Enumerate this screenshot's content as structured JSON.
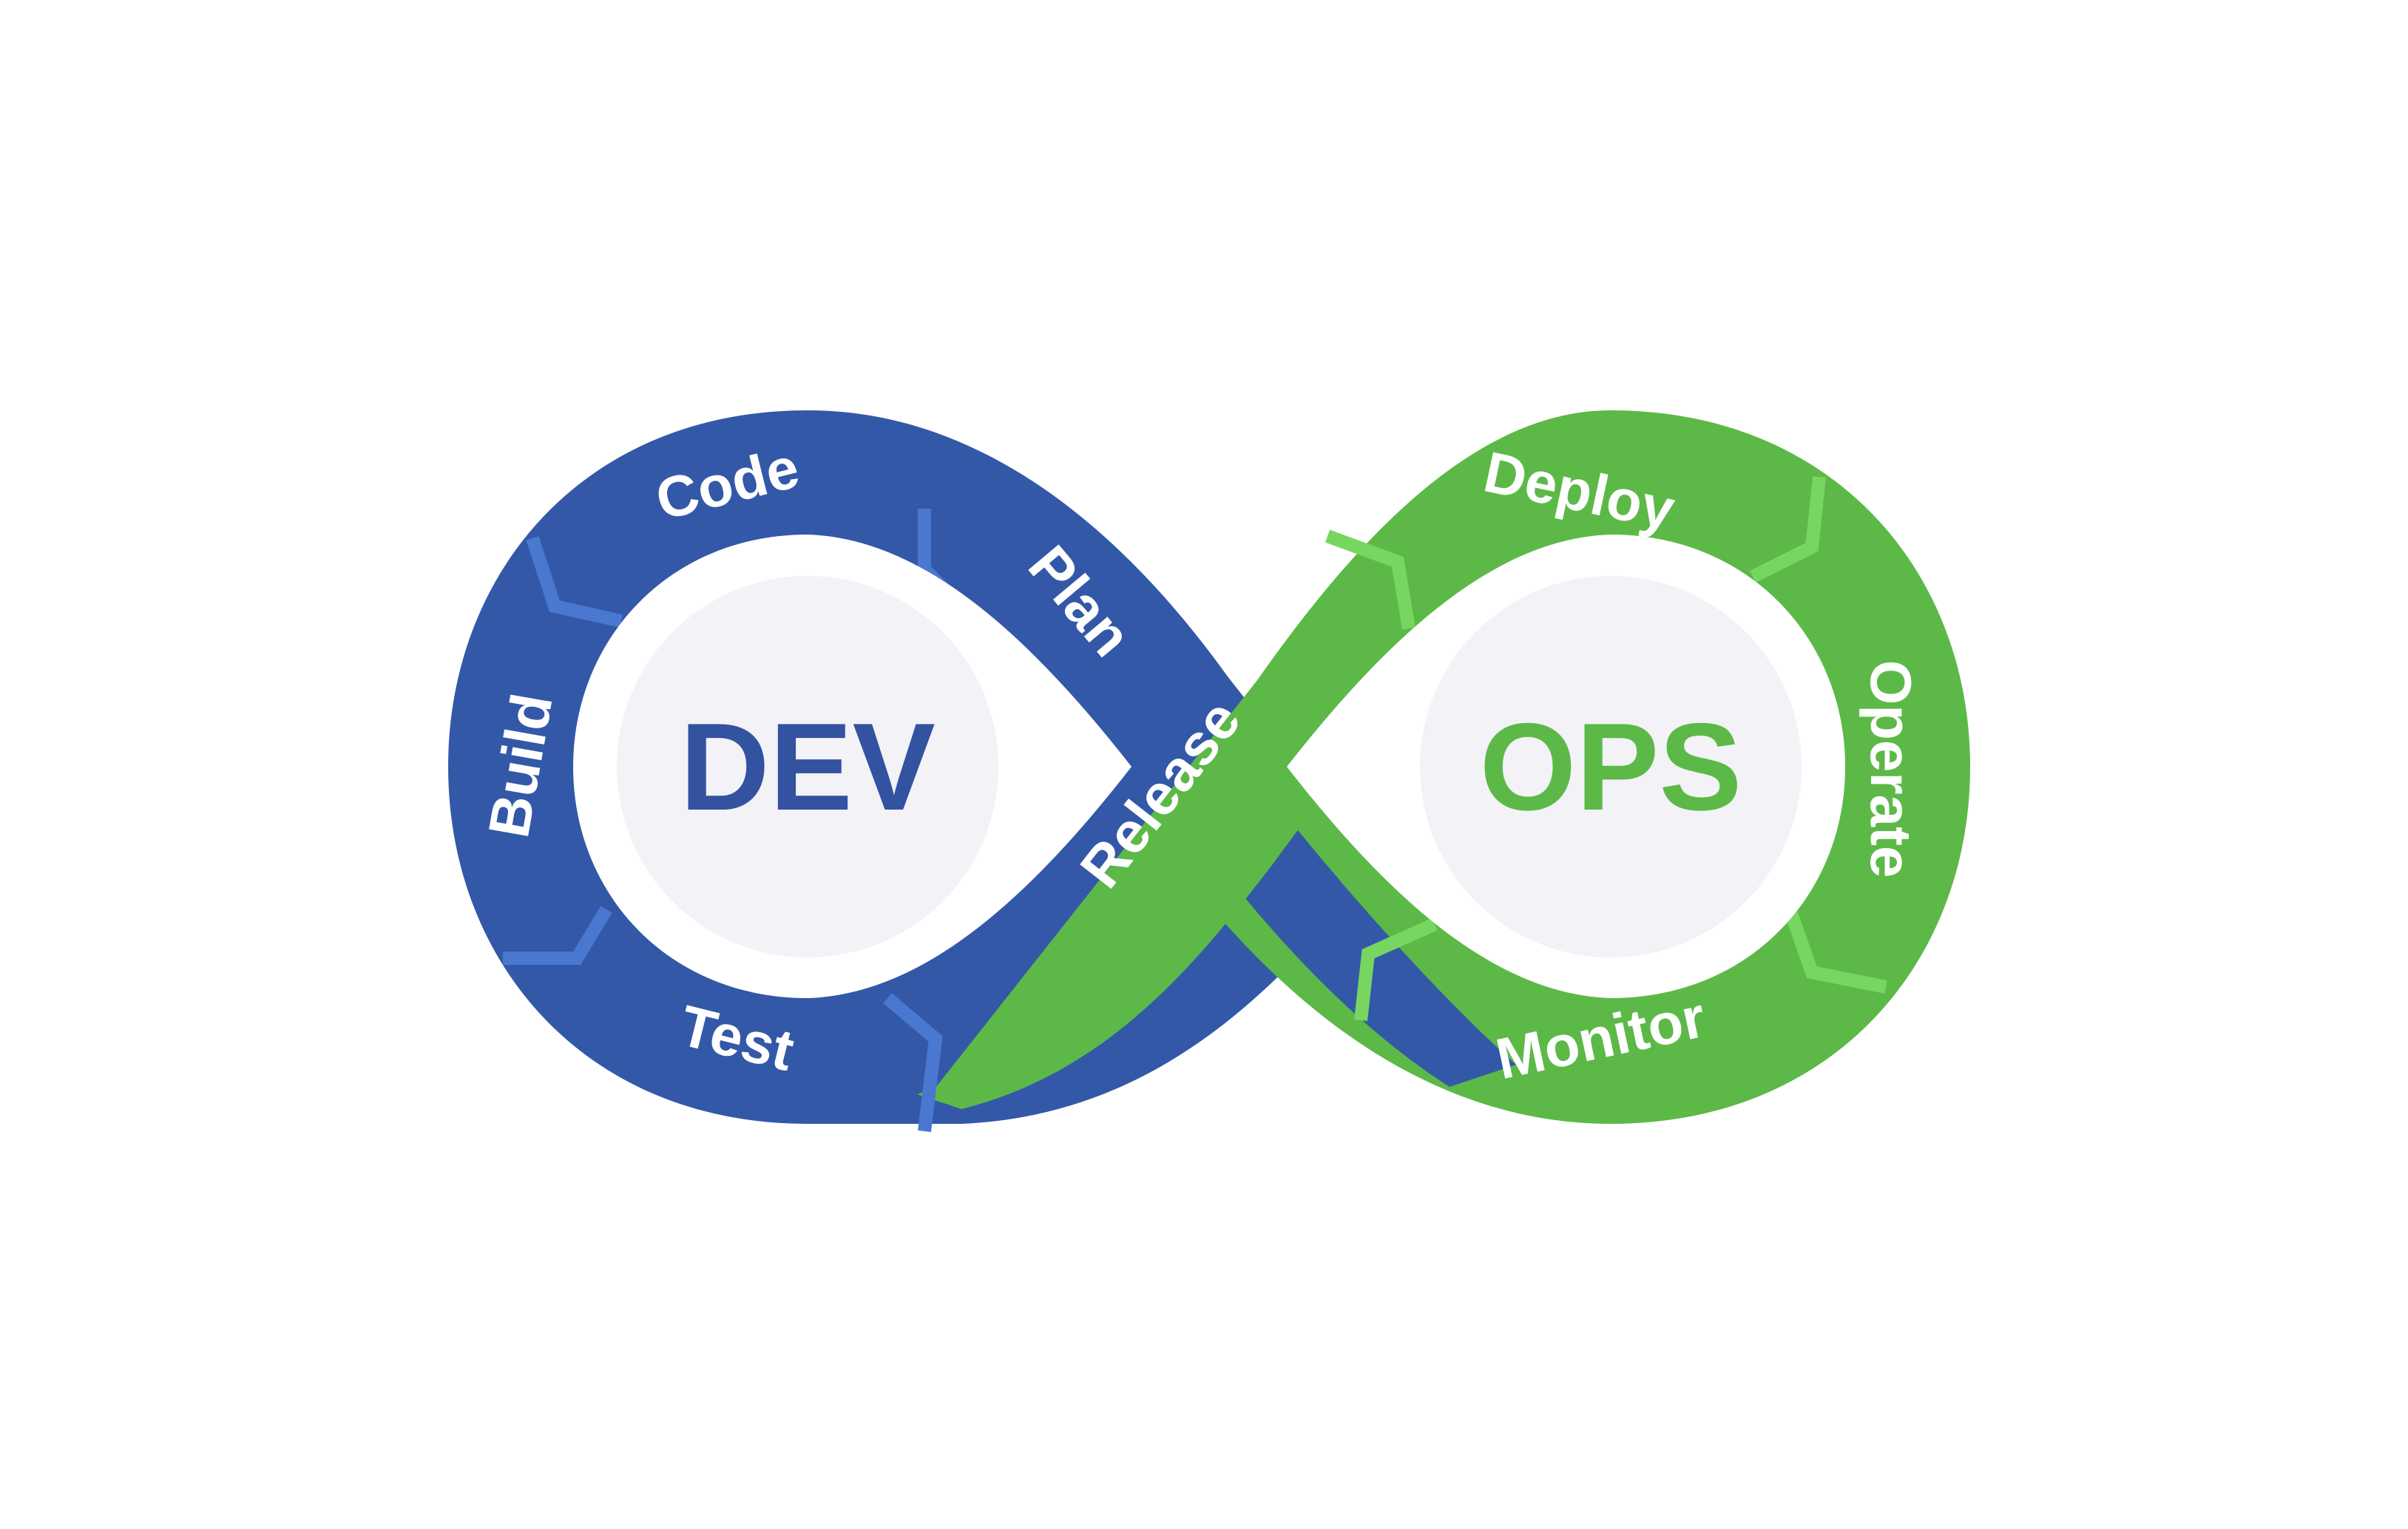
{
  "colors": {
    "background": "#ffffff",
    "dev_band": "#3358a8",
    "dev_accent": "#4a78d0",
    "ops_band": "#5cb947",
    "ops_accent": "#76d660",
    "hole": "#ffffff",
    "center_disc": "#f2f2f7",
    "stage_text": "#ffffff"
  },
  "dev": {
    "label": "DEV",
    "color": "#33529f",
    "stages": [
      "Code",
      "Plan",
      "Build",
      "Test"
    ]
  },
  "ops": {
    "label": "OPS",
    "color": "#5cb947",
    "stages": [
      "Deploy",
      "Operate",
      "Monitor"
    ]
  },
  "bridge": {
    "label": "Release"
  }
}
